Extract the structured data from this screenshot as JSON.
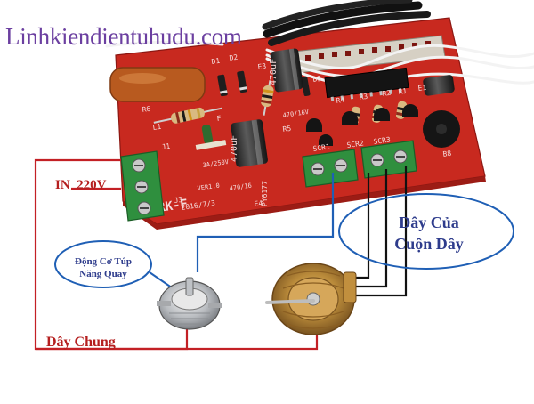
{
  "diagram": {
    "watermark": "Linhkiendientuhudu.com",
    "labels": {
      "power_input": "IN_220V",
      "common_wire": "Dây Chung",
      "coil_wires_line1": "Dây Của",
      "coil_wires_line2": "Cuộn Dây",
      "swing_motor_line1": "Động Cơ Túp",
      "swing_motor_line2": "Năng Quay"
    },
    "board_markings": {
      "model": "RK-F",
      "version": "VER1.0",
      "date": "2016/7/3",
      "part_code": "PY6177",
      "terminal_left": "J3",
      "cap_rating_1": "470/16",
      "cap_rating_2": "470/16V",
      "fuse_rating": "3A/250V",
      "cap_label_1": "470uF",
      "cap_label_2": "470uF",
      "component_refs": [
        "R6",
        "D1",
        "D2",
        "R5",
        "D3",
        "R4",
        "R3",
        "R2",
        "E4",
        "E3",
        "SCR1",
        "SCR2",
        "SCR3",
        "J1",
        "J2",
        "L1",
        "F",
        "B8",
        "E1",
        "R1"
      ]
    },
    "colors": {
      "board": "#c8291f",
      "wire_red": "#c32025",
      "wire_blue": "#1f5fb5",
      "wire_black": "#111111",
      "terminal_green": "#2f8f3e",
      "watermark": "#6b3fa0",
      "annotation_blue": "#2e3c8c"
    }
  }
}
